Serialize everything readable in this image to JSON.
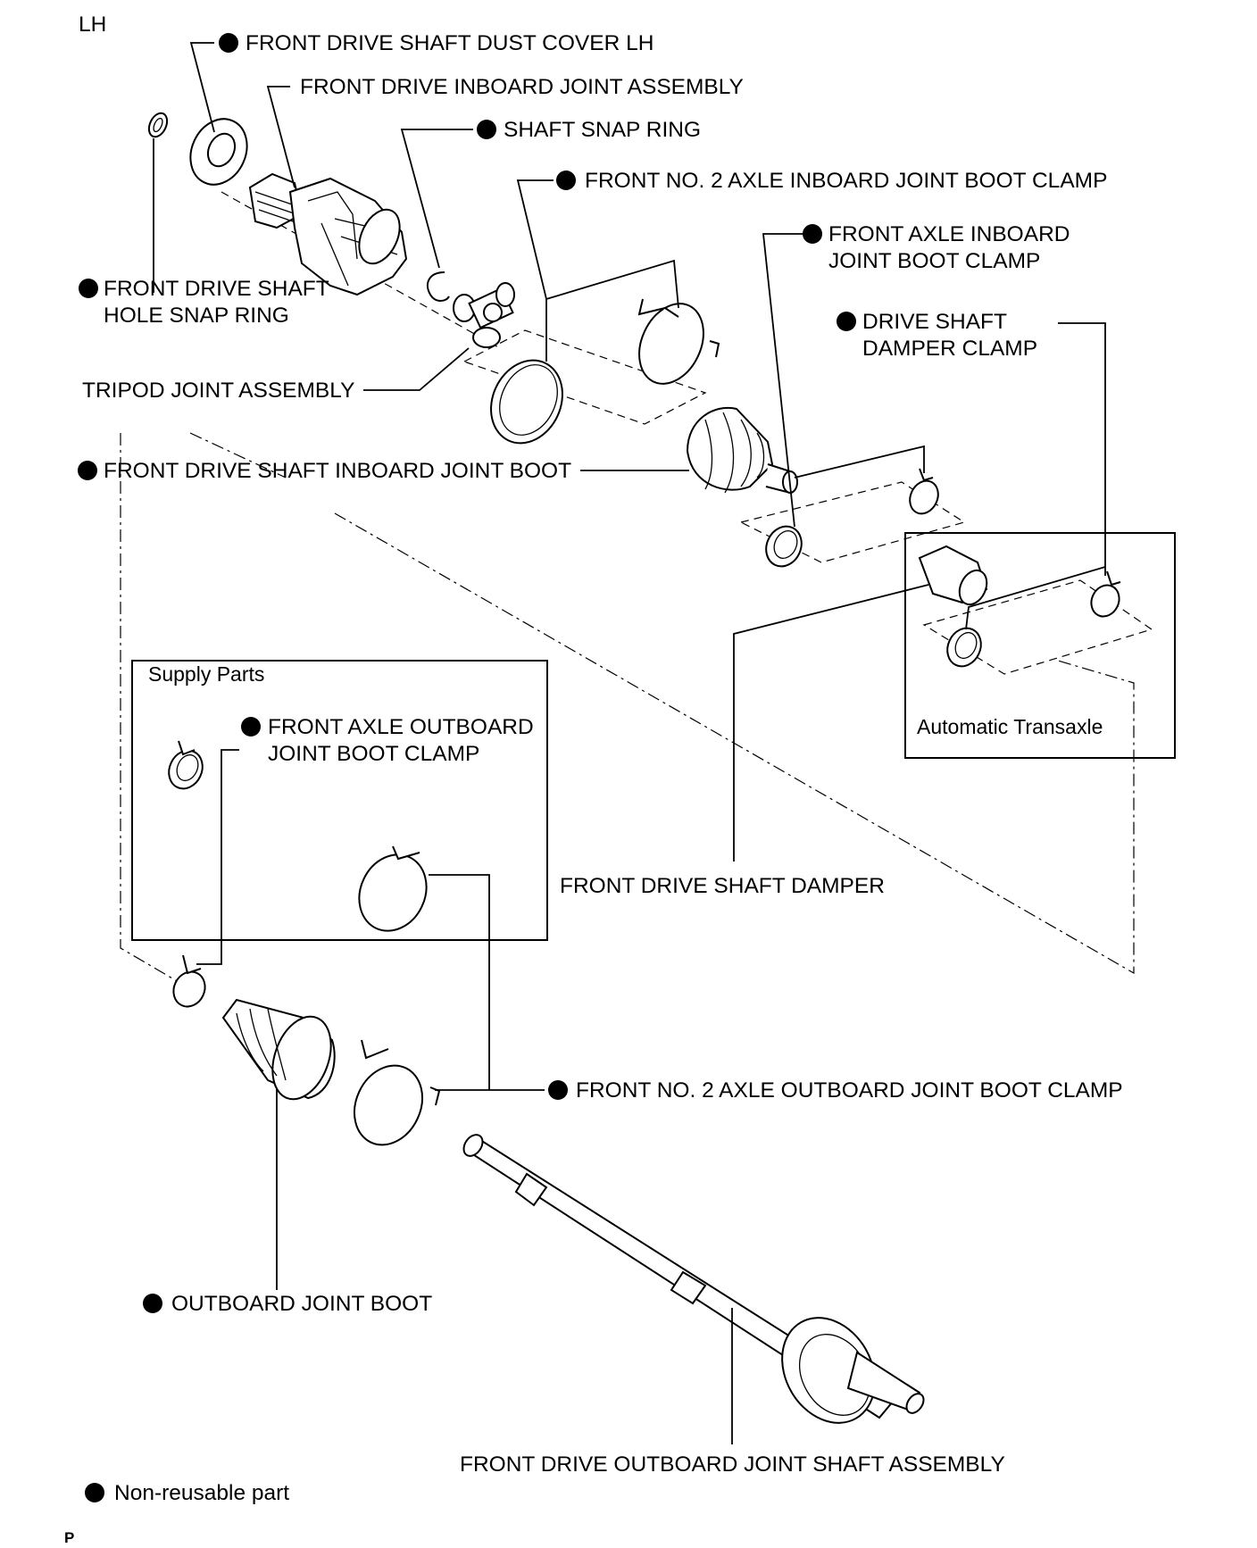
{
  "corner_label": "LH",
  "page_marker": "P",
  "legend": {
    "symbol": "filled-circle-icon",
    "text": "Non-reusable part"
  },
  "boxes": {
    "supply_parts": "Supply Parts",
    "automatic_transaxle": "Automatic Transaxle"
  },
  "callouts": {
    "dust_cover": {
      "text": "FRONT DRIVE SHAFT DUST COVER LH",
      "non_reusable": true
    },
    "inboard_joint_assembly": {
      "text": "FRONT DRIVE INBOARD JOINT ASSEMBLY",
      "non_reusable": false
    },
    "shaft_snap_ring": {
      "text": "SHAFT SNAP RING",
      "non_reusable": true
    },
    "no2_inboard_clamp": {
      "text": "FRONT NO. 2 AXLE INBOARD JOINT BOOT CLAMP",
      "non_reusable": true
    },
    "axle_inboard_clamp": {
      "line1": "FRONT AXLE INBOARD",
      "line2": "JOINT BOOT CLAMP",
      "non_reusable": true
    },
    "hole_snap_ring": {
      "line1": "FRONT DRIVE SHAFT",
      "line2": "HOLE SNAP RING",
      "non_reusable": true
    },
    "damper_clamp": {
      "line1": "DRIVE SHAFT",
      "line2": "DAMPER CLAMP",
      "non_reusable": true
    },
    "tripod": {
      "text": "TRIPOD JOINT ASSEMBLY",
      "non_reusable": false
    },
    "inboard_boot": {
      "text": "FRONT DRIVE SHAFT INBOARD JOINT BOOT",
      "non_reusable": true
    },
    "axle_outboard_clamp": {
      "line1": "FRONT AXLE OUTBOARD",
      "line2": "JOINT BOOT CLAMP",
      "non_reusable": true
    },
    "damper": {
      "text": "FRONT DRIVE SHAFT DAMPER",
      "non_reusable": false
    },
    "no2_outboard_clamp": {
      "text": "FRONT NO. 2 AXLE OUTBOARD JOINT BOOT CLAMP",
      "non_reusable": true
    },
    "outboard_boot": {
      "text": "OUTBOARD JOINT BOOT",
      "non_reusable": true
    },
    "outboard_shaft": {
      "text": "FRONT DRIVE OUTBOARD JOINT SHAFT ASSEMBLY",
      "non_reusable": false
    }
  }
}
